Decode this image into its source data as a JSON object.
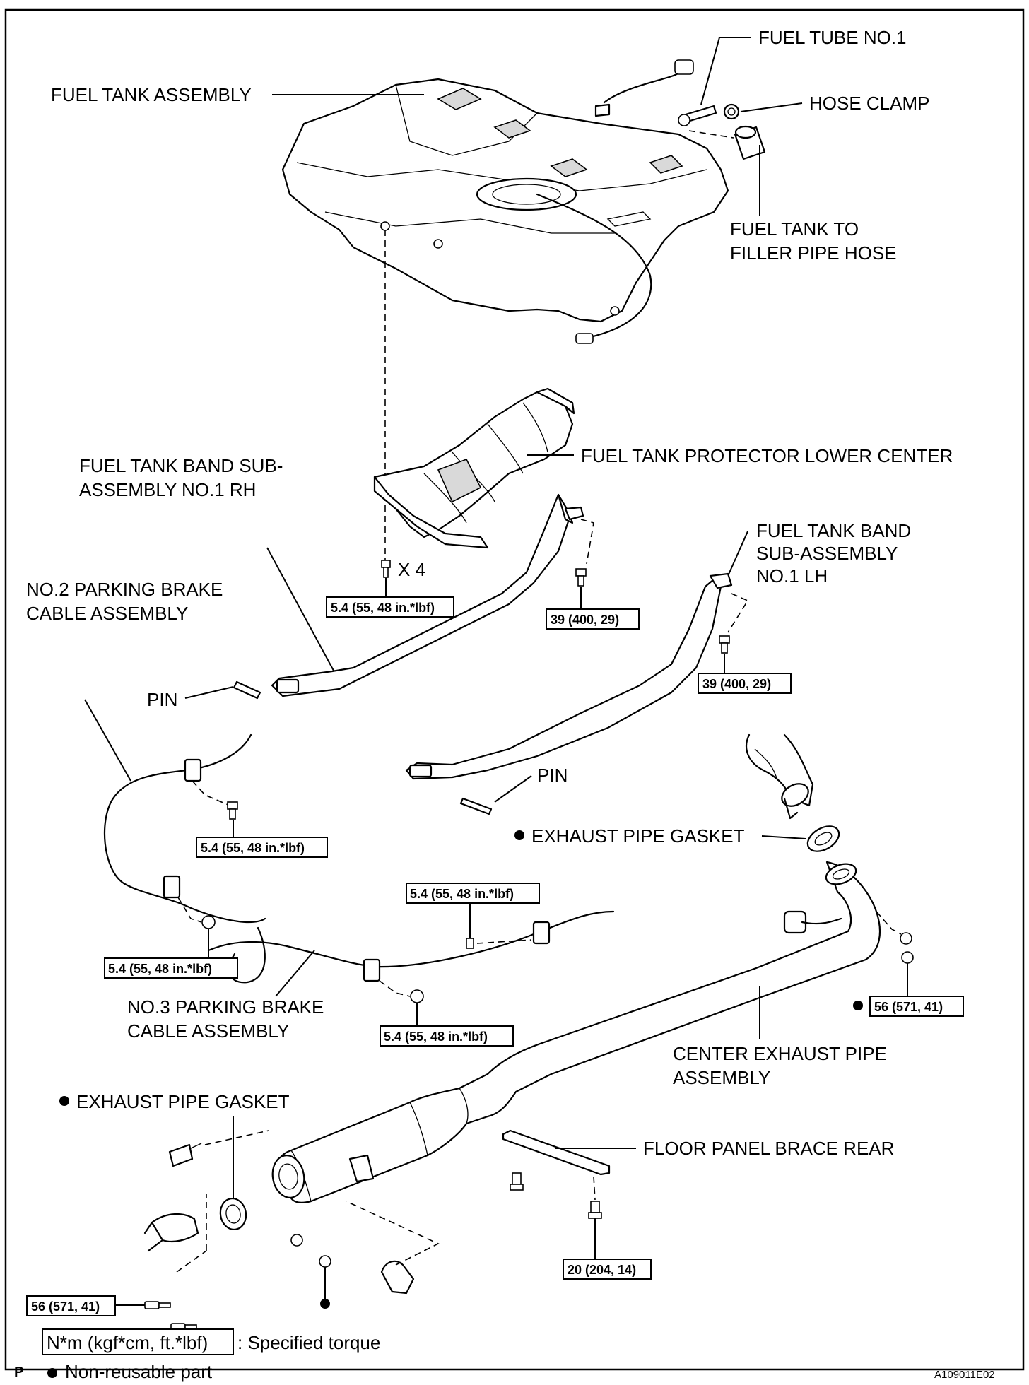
{
  "labels": {
    "fuel_tube": "FUEL TUBE NO.1",
    "fuel_tank": "FUEL TANK ASSEMBLY",
    "hose_clamp": "HOSE CLAMP",
    "filler_hose_1": "FUEL TANK TO",
    "filler_hose_2": "FILLER PIPE HOSE",
    "protector": "FUEL TANK PROTECTOR LOWER CENTER",
    "band_rh_1": "FUEL TANK BAND SUB-",
    "band_rh_2": "ASSEMBLY NO.1 RH",
    "band_lh_1": "FUEL TANK BAND",
    "band_lh_2": "SUB-ASSEMBLY",
    "band_lh_3": "NO.1 LH",
    "x4": "X 4",
    "no2_cable_1": "NO.2 PARKING BRAKE",
    "no2_cable_2": "CABLE ASSEMBLY",
    "pin_left": "PIN",
    "pin_right": "PIN",
    "exhaust_gasket_upper": "EXHAUST PIPE GASKET",
    "no3_cable_1": "NO.3 PARKING BRAKE",
    "no3_cable_2": "CABLE ASSEMBLY",
    "center_pipe_1": "CENTER EXHAUST PIPE",
    "center_pipe_2": "ASSEMBLY",
    "exhaust_gasket_lower": "EXHAUST PIPE GASKET",
    "floor_brace": "FLOOR PANEL BRACE REAR"
  },
  "torques": {
    "t1": "5.4 (55, 48 in.*lbf)",
    "t2": "39 (400, 29)",
    "t3": "39 (400, 29)",
    "t4": "5.4 (55, 48 in.*lbf)",
    "t5": "5.4 (55, 48 in.*lbf)",
    "t6": "5.4 (55, 48 in.*lbf)",
    "t7": "5.4 (55, 48 in.*lbf)",
    "t8": "56 (571, 41)",
    "t9": "20 (204, 14)",
    "t10": "56 (571, 41)"
  },
  "legend": {
    "torque_unit": "N*m (kgf*cm, ft.*lbf)",
    "torque_desc": ": Specified torque",
    "non_reusable": "Non-reusable part"
  },
  "footer": {
    "page_letter": "P",
    "figure_id": "A109011E02"
  }
}
